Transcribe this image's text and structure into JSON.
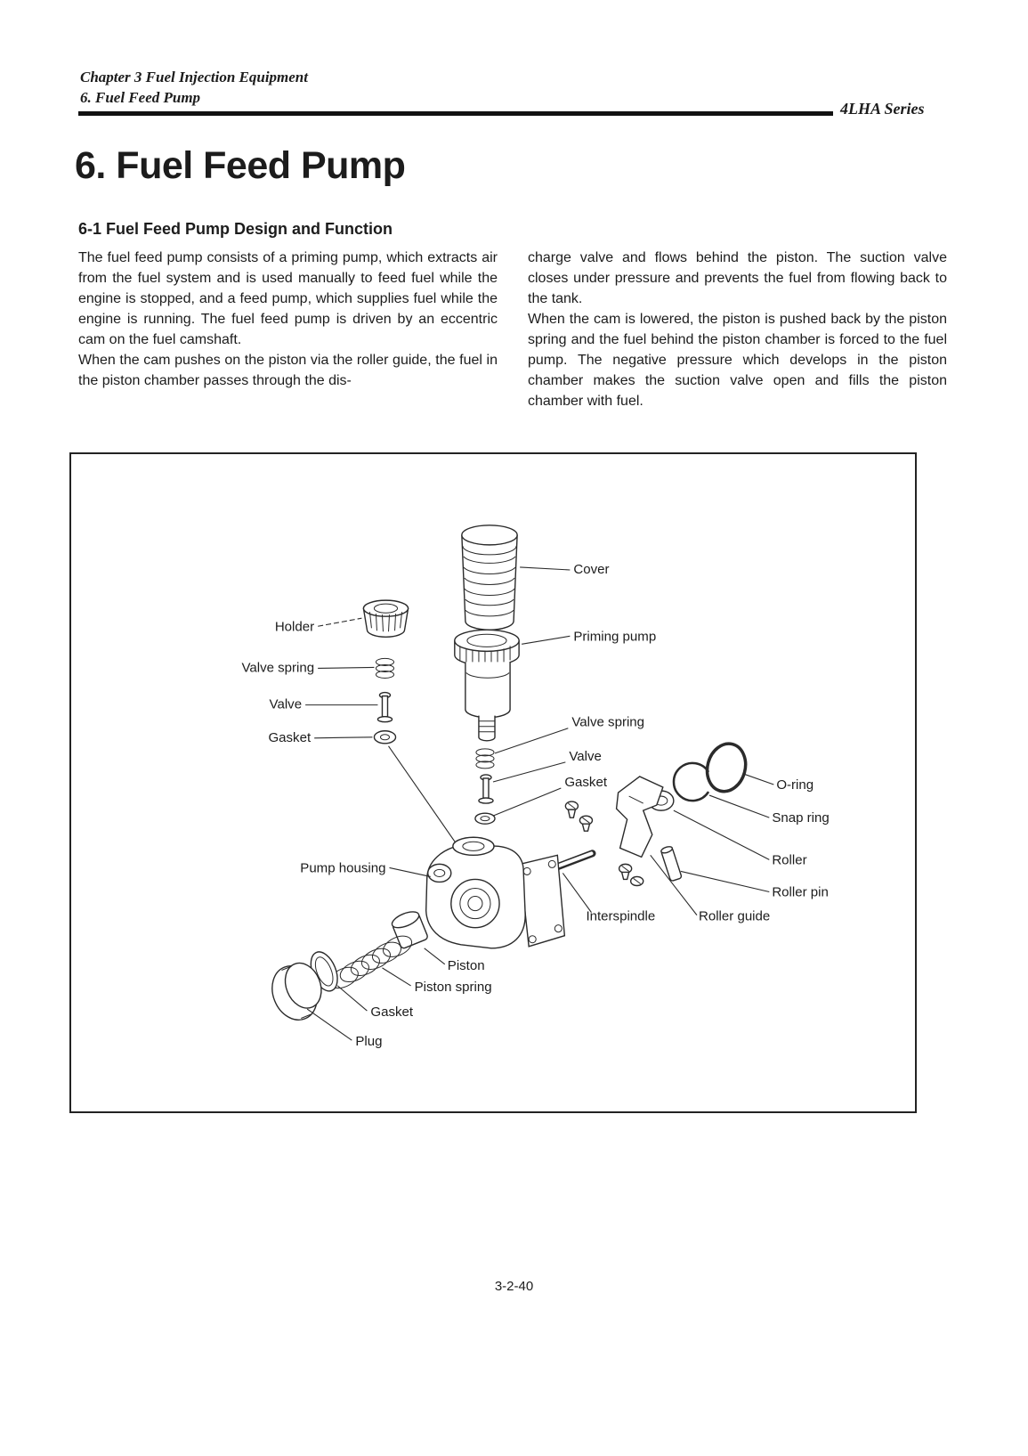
{
  "page": {
    "header": {
      "chapter": "Chapter 3 Fuel Injection Equipment",
      "section": "6. Fuel Feed Pump",
      "series": "4LHA Series"
    },
    "title": "6. Fuel Feed Pump",
    "heading": "6-1 Fuel Feed Pump Design and Function",
    "body": {
      "left": [
        "The fuel feed pump consists of a priming pump, which extracts air from the fuel system and is used manually to feed fuel while the engine is stopped, and a feed pump, which supplies fuel while the engine is running. The fuel feed pump is driven by an eccentric cam on the fuel camshaft.",
        "When the cam pushes on the piston via the roller guide, the fuel in the piston chamber passes through the dis-"
      ],
      "right": [
        "charge valve and flows behind the piston. The suction valve closes under pressure and prevents the fuel from flowing back to the tank.",
        "When the cam is lowered, the piston is pushed back by the piston spring and the fuel behind the piston chamber is forced to the fuel pump. The negative pressure which develops in the piston chamber makes the suction valve open and fills the piston chamber with fuel."
      ]
    },
    "figure": {
      "labels": {
        "cover": "Cover",
        "holder": "Holder",
        "priming_pump": "Priming pump",
        "valve_spring_left": "Valve spring",
        "valve_left": "Valve",
        "gasket_left": "Gasket",
        "valve_spring_right": "Valve spring",
        "valve_right": "Valve",
        "gasket_right": "Gasket",
        "o_ring": "O-ring",
        "snap_ring": "Snap ring",
        "roller": "Roller",
        "roller_pin": "Roller pin",
        "pump_housing": "Pump housing",
        "interspindle": "Interspindle",
        "roller_guide": "Roller guide",
        "piston": "Piston",
        "piston_spring": "Piston spring",
        "gasket_bottom": "Gasket",
        "plug": "Plug"
      }
    },
    "footer": {
      "page_number": "3-2-40"
    }
  }
}
